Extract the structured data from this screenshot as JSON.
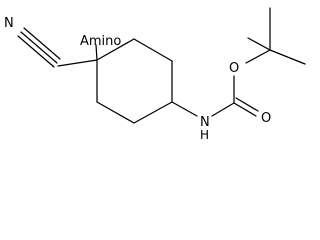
{
  "labels": {
    "amine": "Amino",
    "nitrile_n": "N",
    "ring_nh": "N",
    "ring_h": "H",
    "carbonyl_o": "O",
    "ester_o": "O"
  }
}
